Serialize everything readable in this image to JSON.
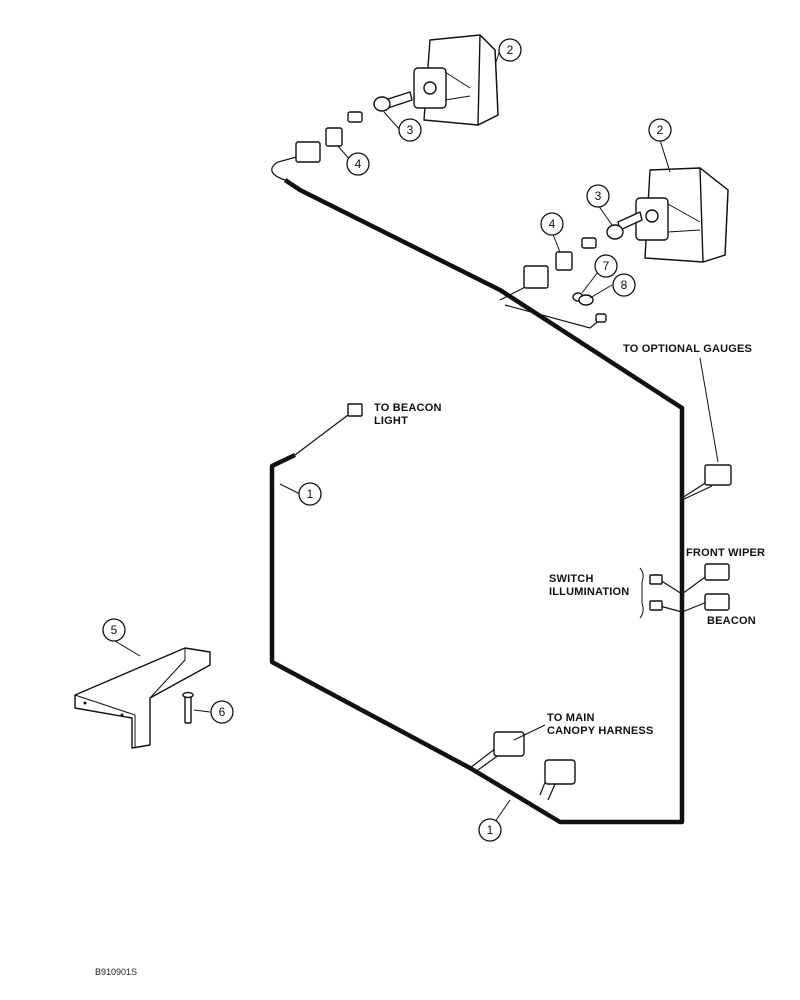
{
  "callouts": [
    {
      "id": "callout-1-upper",
      "number": "1"
    },
    {
      "id": "callout-1-lower",
      "number": "1"
    },
    {
      "id": "callout-2-upper",
      "number": "2"
    },
    {
      "id": "callout-2-lower",
      "number": "2"
    },
    {
      "id": "callout-3-upper",
      "number": "3"
    },
    {
      "id": "callout-3-lower",
      "number": "3"
    },
    {
      "id": "callout-4-upper",
      "number": "4"
    },
    {
      "id": "callout-4-lower",
      "number": "4"
    },
    {
      "id": "callout-5",
      "number": "5"
    },
    {
      "id": "callout-6",
      "number": "6"
    },
    {
      "id": "callout-7",
      "number": "7"
    },
    {
      "id": "callout-8",
      "number": "8"
    }
  ],
  "labels": {
    "to_beacon_light_1": "TO BEACON",
    "to_beacon_light_2": "LIGHT",
    "to_optional_gauges": "TO OPTIONAL GAUGES",
    "front_wiper": "FRONT WIPER",
    "switch_illumination_1": "SWITCH",
    "switch_illumination_2": "ILLUMINATION",
    "beacon": "BEACON",
    "to_main_canopy_1": "TO MAIN",
    "to_main_canopy_2": "CANOPY HARNESS"
  },
  "figure_id": "B910901S"
}
